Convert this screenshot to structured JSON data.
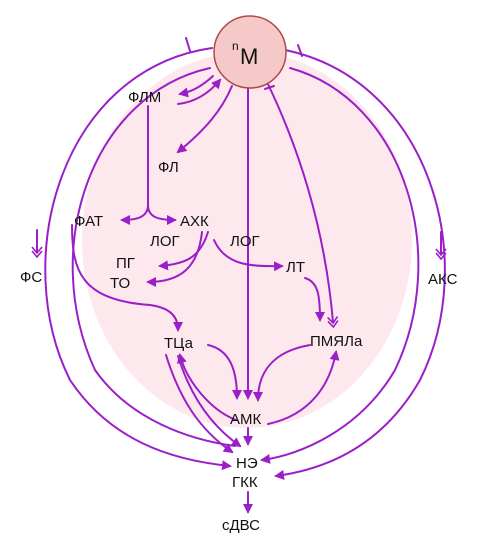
{
  "colors": {
    "arrow": "#9b1fc8",
    "region_fill": "#fde8ee",
    "node_m_fill": "#f6c9c9",
    "node_m_stroke": "#b04a4a",
    "text": "#111111"
  },
  "nodes": {
    "m_superscript": "n",
    "m": "М",
    "flm": "ФЛМ",
    "fl": "ФЛ",
    "fat": "ФАТ",
    "axk": "АХК",
    "log_left": "ЛОГ",
    "log_center": "ЛОГ",
    "pg": "ПГ",
    "to": "ТО",
    "lt": "ЛТ",
    "tca": "ТЦа",
    "pmyala": "ПМЯЛа",
    "amk": "АМК",
    "ne": "НЭ",
    "gkk": "ГКК",
    "sdvs": "сДВС",
    "fs": "ФС",
    "aks": "АКС"
  }
}
